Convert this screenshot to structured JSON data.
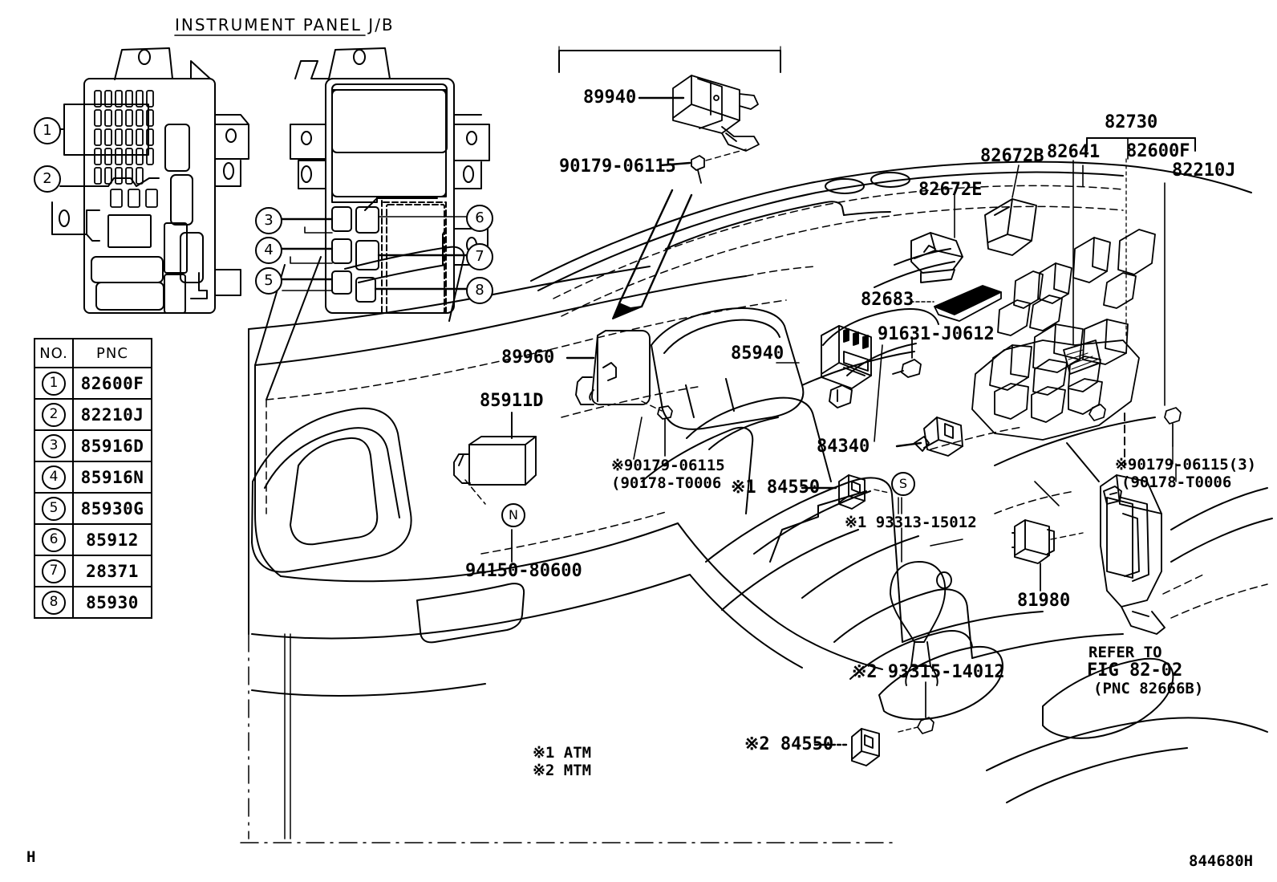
{
  "diagram": {
    "section_title": "INSTRUMENT PANEL J/B",
    "sheet_code_bottom_right": "844680H",
    "sheet_mark_bottom_left": "H"
  },
  "pnc_table": {
    "headers": [
      "NO.",
      "PNC"
    ],
    "rows": [
      {
        "no": "1",
        "pnc": "82600F"
      },
      {
        "no": "2",
        "pnc": "82210J"
      },
      {
        "no": "3",
        "pnc": "85916D"
      },
      {
        "no": "4",
        "pnc": "85916N"
      },
      {
        "no": "5",
        "pnc": "85930G"
      },
      {
        "no": "6",
        "pnc": "85912"
      },
      {
        "no": "7",
        "pnc": "28371"
      },
      {
        "no": "8",
        "pnc": "85930"
      }
    ]
  },
  "callout_bubbles": [
    {
      "id": "1",
      "label": "1"
    },
    {
      "id": "2",
      "label": "2"
    },
    {
      "id": "3",
      "label": "3"
    },
    {
      "id": "4",
      "label": "4"
    },
    {
      "id": "5",
      "label": "5"
    },
    {
      "id": "6",
      "label": "6"
    },
    {
      "id": "7",
      "label": "7"
    },
    {
      "id": "8",
      "label": "8"
    }
  ],
  "part_labels": {
    "p89940": "89940",
    "p90179_06115_top": "90179-06115",
    "p82730": "82730",
    "p82672B": "82672B",
    "p82641": "82641",
    "p82600F": "82600F",
    "p82210J": "82210J",
    "p82672E": "82672E",
    "p82683": "82683",
    "p91631_J0612": "91631-J0612",
    "p85940": "85940",
    "p89960": "89960",
    "p85911D": "85911D",
    "p84340": "84340",
    "p90179_06115_mid_line1": "※90179-06115",
    "p90179_06115_mid_line2": "(90178-T0006",
    "p84550_atm": "※1 84550",
    "p93313_15012": "※1 93313-15012",
    "p94150_80600": "94150-80600",
    "p81980": "81980",
    "p90179_06115_right_line1": "※90179-06115(3)",
    "p90179_06115_right_line2": "(90178-T0006",
    "p93315_14012": "※2 93315-14012",
    "p84550_mtm": "※2 84550"
  },
  "refer_note": {
    "line1": "REFER TO",
    "line2": "FIG 82-02",
    "line3": "(PNC 82666B)"
  },
  "legend": {
    "line1": "※1 ATM",
    "line2": "※2 MTM"
  },
  "marker_circles": {
    "n": "N",
    "s": "S"
  }
}
